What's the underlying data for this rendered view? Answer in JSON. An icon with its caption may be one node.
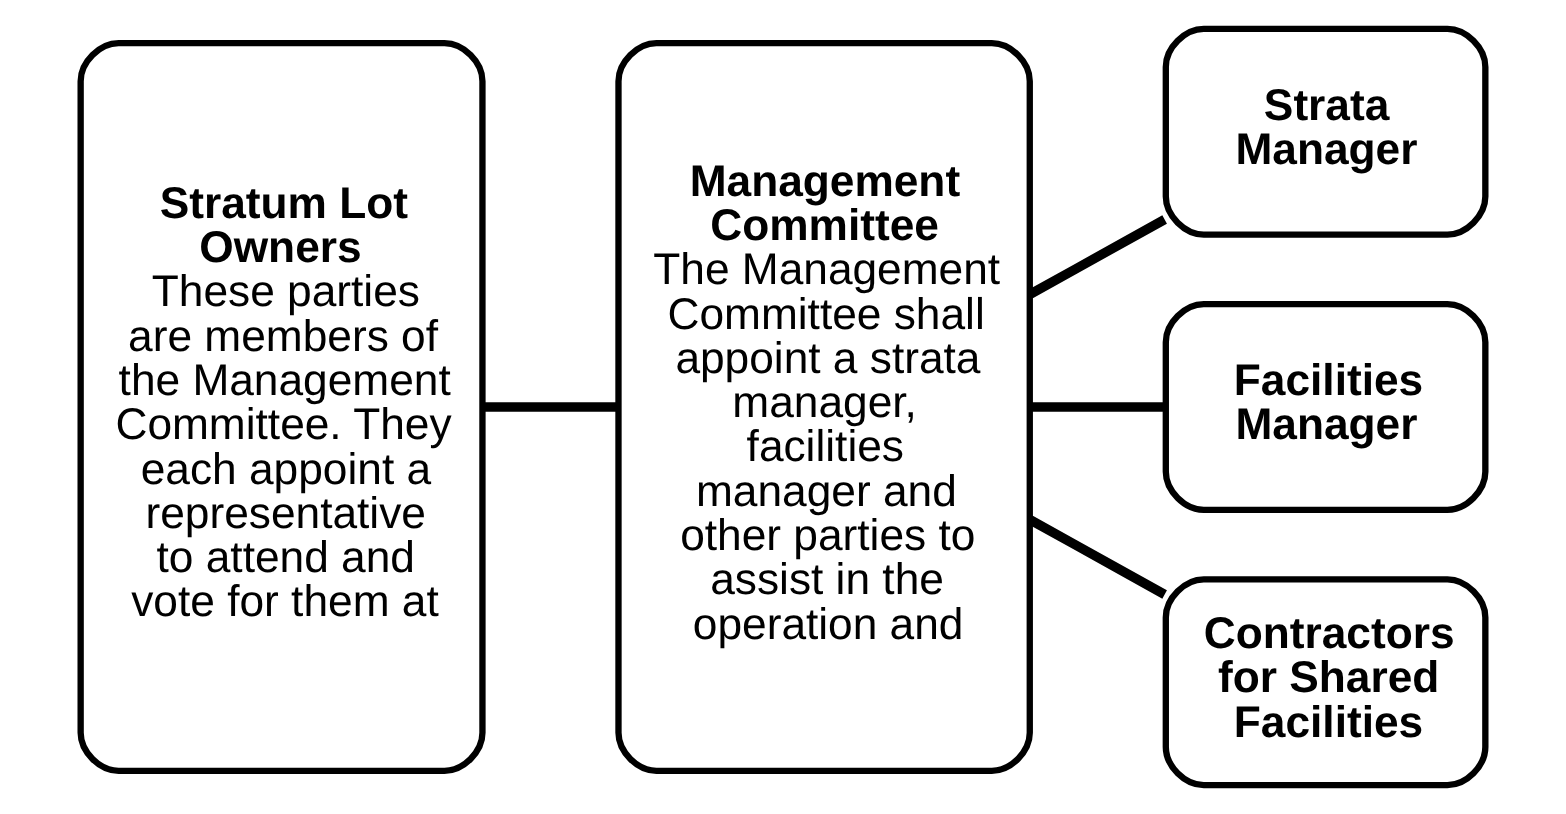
{
  "diagram": {
    "nodes": [
      {
        "text": [
          "Stratum Lot Owners",
          "These parties are members of the Management Committee. They each appoint a representative to attend and vote for them at"
        ]
      },
      {
        "text": [
          "Management Committee",
          "The Management Committee shall appoint a strata manager, facilities manager and other parties to assist in the operation and"
        ]
      },
      {
        "text": [
          "Strata Manager"
        ]
      },
      {
        "text": [
          "Facilities Manager"
        ]
      },
      {
        "text": [
          "Contractors for Shared Facilities"
        ]
      }
    ],
    "edges": [
      {
        "from": 0,
        "to": 1,
        "arrow": "none"
      },
      {
        "from": 1,
        "to": 2,
        "arrow": "none"
      },
      {
        "from": 1,
        "to": 3,
        "arrow": "none"
      },
      {
        "from": 1,
        "to": 4,
        "arrow": "none"
      }
    ]
  }
}
